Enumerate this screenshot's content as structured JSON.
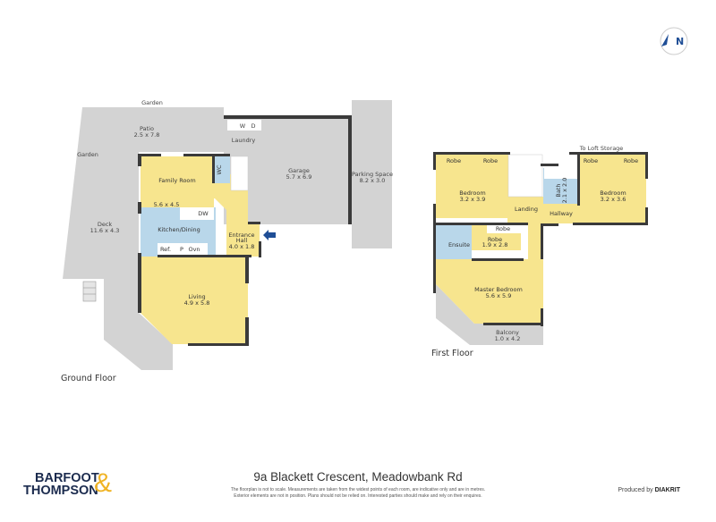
{
  "colors": {
    "room": "#f7e58e",
    "wet": "#b9d7ea",
    "outdoor": "#d3d3d3",
    "wall": "#3a3a3a",
    "accent": "#1f4e96",
    "brand_blue": "#1b2b4e",
    "brand_gold": "#f0b323"
  },
  "compass": {
    "label": "N",
    "icon": "north-arrow-icon"
  },
  "ground_floor": {
    "title": "Ground Floor",
    "garden_top": "Garden",
    "garden_left": "Garden",
    "patio": {
      "name": "Patio",
      "size": "2.5 x 7.8"
    },
    "deck": {
      "name": "Deck",
      "size": "11.6 x 4.3"
    },
    "laundry": {
      "name": "Laundry",
      "w": "W",
      "d": "D"
    },
    "garage": {
      "name": "Garage",
      "size": "5.7 x 6.9"
    },
    "parking": {
      "name": "Parking Space",
      "size": "8.2 x 3.0"
    },
    "family": {
      "name": "Family Room",
      "size": "5.6 x 4.5"
    },
    "wc": "WC",
    "kitchen": {
      "name": "Kitchen/Dining",
      "dw": "DW",
      "ref": "Ref.",
      "p": "P",
      "ovn": "Ovn"
    },
    "entrance": {
      "name1": "Entrance",
      "name2": "Hall",
      "size": "4.0 x 1.8"
    },
    "living": {
      "name": "Living",
      "size": "4.9 x 5.8"
    }
  },
  "first_floor": {
    "title": "First Floor",
    "loft": "To Loft Storage",
    "robe": "Robe",
    "bedroom_left": {
      "name": "Bedroom",
      "size": "3.2 x 3.9"
    },
    "bedroom_right": {
      "name": "Bedroom",
      "size": "3.2 x 3.6"
    },
    "bath": {
      "name": "Bath",
      "size": "2.1 x 2.0"
    },
    "landing": "Landing",
    "hallway": "Hallway",
    "ensuite": "Ensuite",
    "walk_robe": {
      "name": "Robe",
      "size": "1.9 x 2.8"
    },
    "master": {
      "name": "Master Bedroom",
      "size": "5.6 x 5.9"
    },
    "balcony": {
      "name": "Balcony",
      "size": "1.0 x 4.2"
    }
  },
  "footer": {
    "address": "9a Blackett Crescent, Meadowbank Rd",
    "disclaimer1": "The floorplan is not to scale. Measurements are taken from the widest points of each room, are indicative only and are in metres.",
    "disclaimer2": "Exterior elements are not in position. Plans should not be relied on. Interested parties should make and rely on their enquires.",
    "logo_line1": "BARFOOT",
    "logo_line2": "THOMPSON",
    "logo_amp": "&",
    "produced_by": "Produced by",
    "producer": "DIAKRIT"
  }
}
